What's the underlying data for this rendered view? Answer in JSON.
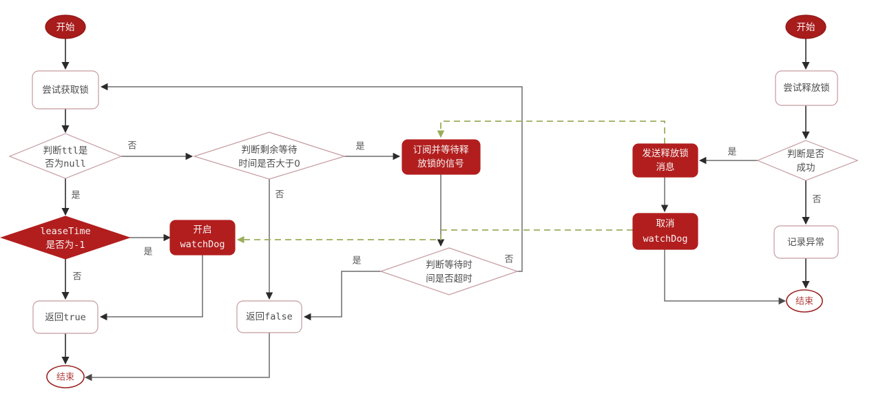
{
  "diagram": {
    "title": "Redisson lock flowchart",
    "colors": {
      "filled_node": "#b21e1e",
      "light_node_border": "#c49a9e",
      "terminal_start_fill": "#a81c1c",
      "terminal_end_stroke": "#9b2222",
      "edge": "#6b6b6b",
      "edge_dark": "#2b2b2b",
      "dashed_edge": "#9aad5a",
      "label_text": "#4d4d4d",
      "background": "#ffffff"
    },
    "left_flow": {
      "start": "开始",
      "try_acquire_lock": "尝试获取锁",
      "check_ttl_null_l1": "判断ttl是",
      "check_ttl_null_l2": "否为null",
      "check_lease_time_l1": "leaseTime",
      "check_lease_time_l2": "是否为-1",
      "start_watchdog_l1": "开启",
      "start_watchdog_l2": "watchDog",
      "return_true": "返回true",
      "end": "结束",
      "check_remaining_wait_l1": "判断剩余等待",
      "check_remaining_wait_l2": "时间是否大于0",
      "subscribe_wait_l1": "订阅并等待释",
      "subscribe_wait_l2": "放锁的信号",
      "check_wait_timeout_l1": "判断等待时",
      "check_wait_timeout_l2": "间是否超时",
      "return_false": "返回false"
    },
    "right_flow": {
      "start": "开始",
      "try_release_lock": "尝试释放锁",
      "check_success_l1": "判断是否",
      "check_success_l2": "成功",
      "send_release_msg_l1": "发送释放锁",
      "send_release_msg_l2": "消息",
      "cancel_watchdog_l1": "取消",
      "cancel_watchdog_l2": "watchDog",
      "log_exception": "记录异常",
      "end": "结束"
    },
    "edge_labels": {
      "ttl_no": "否",
      "ttl_yes": "是",
      "lease_yes": "是",
      "lease_no": "否",
      "remaining_yes": "是",
      "remaining_no": "否",
      "timeout_yes": "是",
      "timeout_no": "否",
      "success_yes": "是",
      "success_no": "否"
    }
  }
}
